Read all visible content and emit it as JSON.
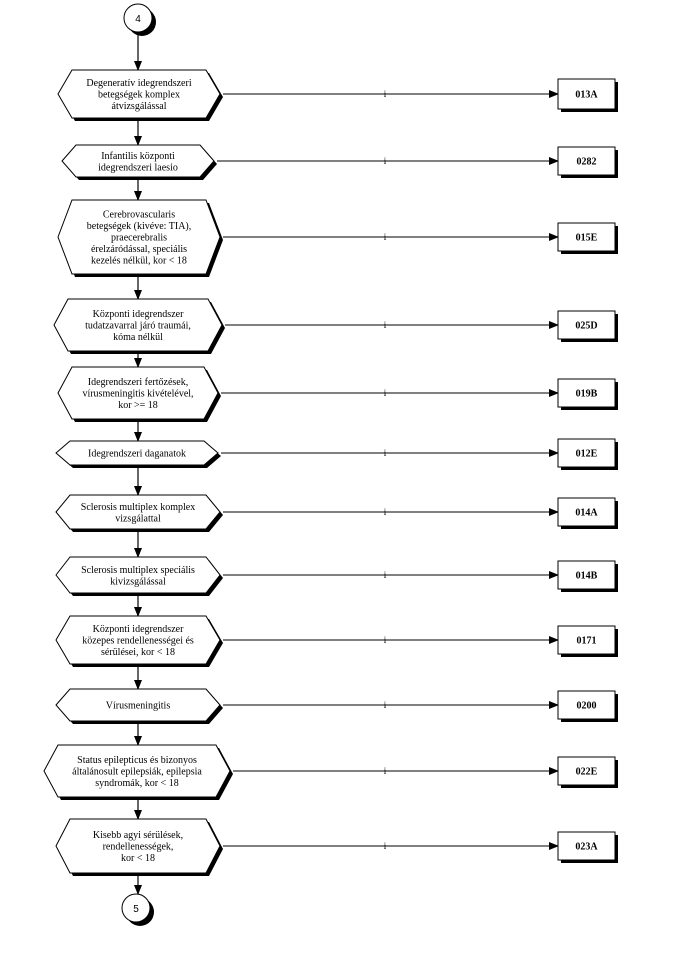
{
  "connectors": {
    "top": "4",
    "bottom": "5"
  },
  "branch_label": "i",
  "nodes": [
    {
      "lines": [
        "Degeneratív idegrendszeri",
        "betegségek komplex",
        "átvizsgálással"
      ],
      "code": "013A"
    },
    {
      "lines": [
        "Infantilis központi",
        "idegrendszeri laesio"
      ],
      "code": "0282"
    },
    {
      "lines": [
        "Cerebrovascularis",
        "betegségek (kivéve: TIA),",
        "praecerebralis",
        "érelzáródással, speciális",
        "kezelés nélkül, kor < 18"
      ],
      "code": "015E"
    },
    {
      "lines": [
        "Központi idegrendszer",
        "tudatzavarral járó traumái,",
        "kóma nélkül"
      ],
      "code": "025D"
    },
    {
      "lines": [
        "Idegrendszeri fertőzések,",
        "vírusmeningitis kivételével,",
        "kor >= 18"
      ],
      "code": "019B"
    },
    {
      "lines": [
        "Idegrendszeri daganatok"
      ],
      "code": "012E"
    },
    {
      "lines": [
        "Sclerosis multiplex komplex",
        "vizsgálattal"
      ],
      "code": "014A"
    },
    {
      "lines": [
        "Sclerosis multiplex speciális",
        "kivizsgálással"
      ],
      "code": "014B"
    },
    {
      "lines": [
        "Központi idegrendszer",
        "közepes rendellenességei és",
        "sérülései, kor < 18"
      ],
      "code": "0171"
    },
    {
      "lines": [
        "Vírusmeningitis"
      ],
      "code": "0200"
    },
    {
      "lines": [
        "Status epilepticus és bizonyos",
        "általánosult epilepsiák, epilepsia",
        "syndromák, kor < 18"
      ],
      "code": "022E"
    },
    {
      "lines": [
        "Kisebb agyi sérülések,",
        "rendellenességek,",
        "kor < 18"
      ],
      "code": "023A"
    }
  ]
}
